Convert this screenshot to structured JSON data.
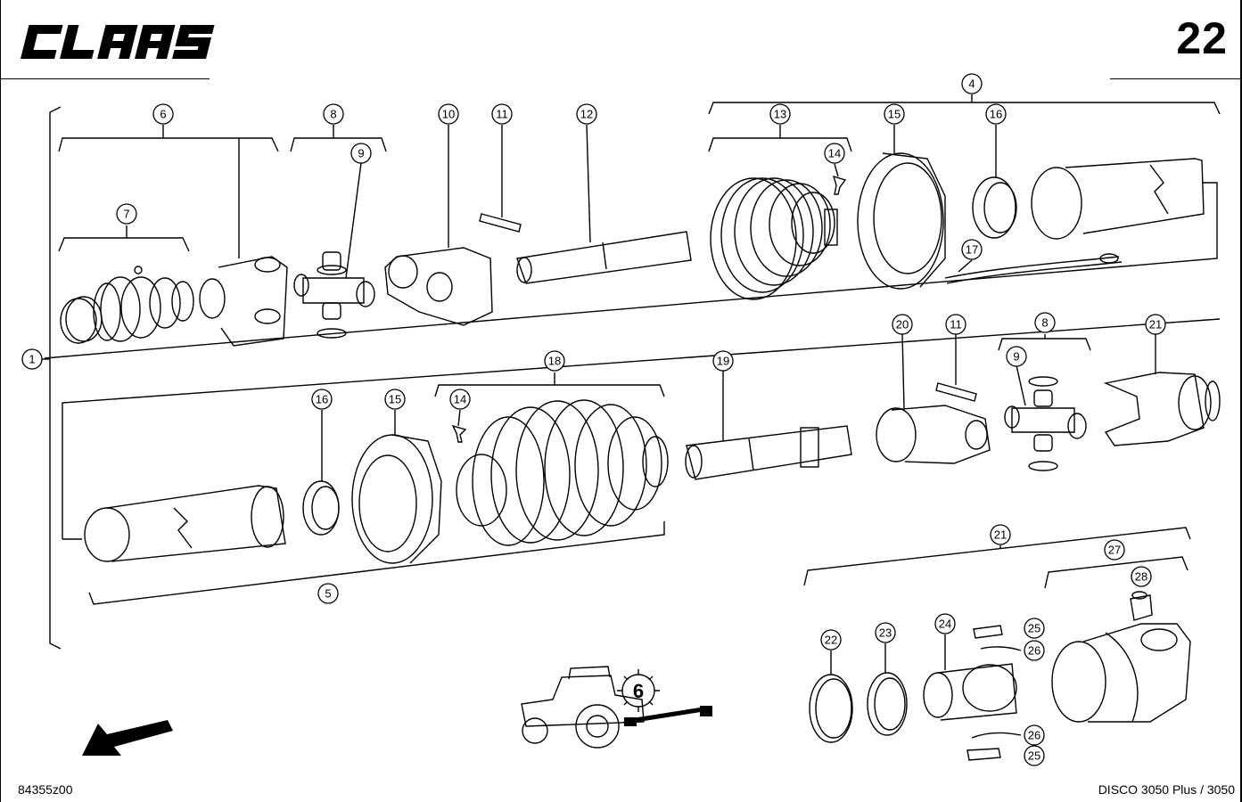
{
  "header": {
    "brand": "CLAAS",
    "page_number": "22"
  },
  "footer": {
    "drawing_id": "84355z00",
    "model": "DISCO 3050 Plus / 3050"
  },
  "callouts": [
    "1",
    "4",
    "5",
    "6",
    "7",
    "8",
    "9",
    "10",
    "11",
    "12",
    "13",
    "14",
    "15",
    "16",
    "17",
    "18",
    "19",
    "20",
    "11",
    "8",
    "9",
    "21",
    "16",
    "15",
    "14",
    "21",
    "27",
    "28",
    "22",
    "23",
    "24",
    "25",
    "26",
    "26",
    "25"
  ],
  "icon_label": "6"
}
